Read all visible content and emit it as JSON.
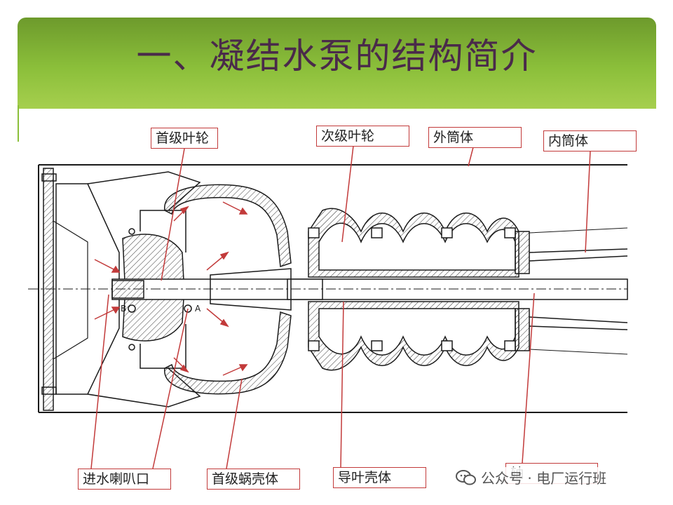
{
  "title": "一、凝结水泵的结构简介",
  "labels": {
    "first_impeller": "首级叶轮",
    "second_impeller": "次级叶轮",
    "outer_barrel": "外筒体",
    "inner_barrel": "内筒体",
    "inlet_bell": "进水喇叭口",
    "first_volute": "首级蜗壳体",
    "diffuser_casing": "导叶壳体",
    "shaft": "轴"
  },
  "diagram_marks": {
    "b": "B",
    "a": "A"
  },
  "watermark": "公众号 · 电厂运行班",
  "colors": {
    "banner": "#8bbf3a",
    "title": "#4a2a4a",
    "leader": "#c23a3a",
    "drawing": "#1a1a1a"
  }
}
